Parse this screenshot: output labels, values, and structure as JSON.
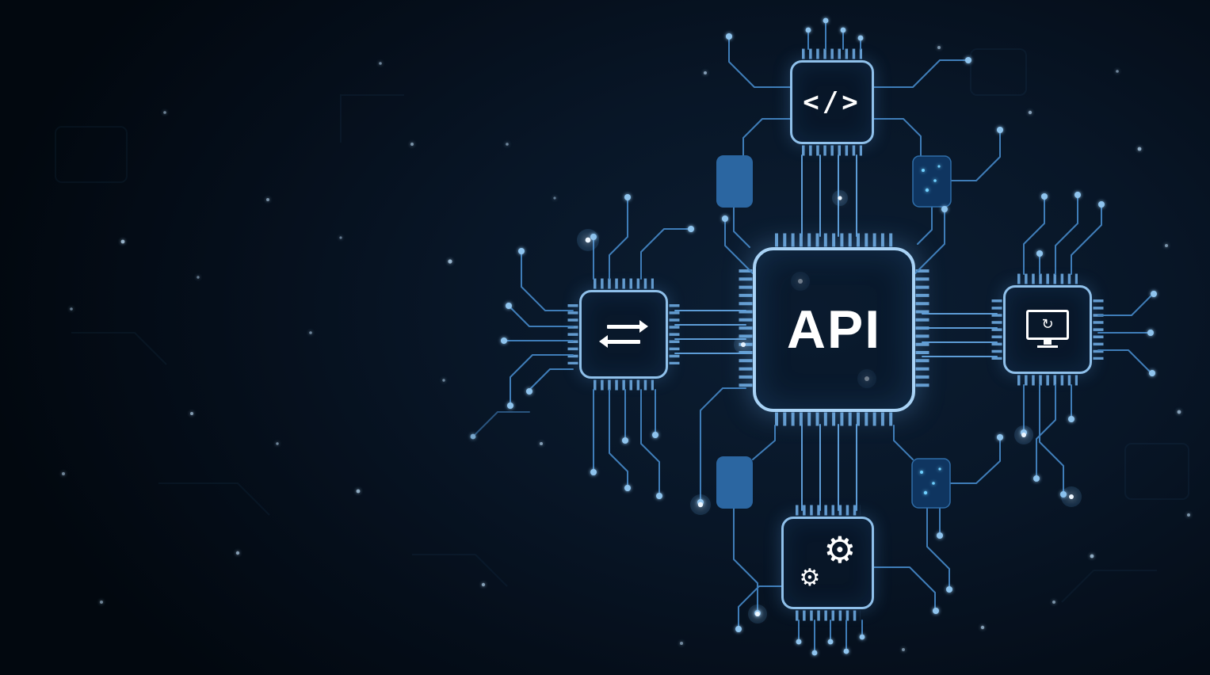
{
  "illustration": {
    "name": "API digital technology concept on circuit board",
    "center_label": "API"
  },
  "colors": {
    "background": "#050e1a",
    "trace": "#3f7db8",
    "trace_bright": "#5d9cd6",
    "chip_border": "#9ccaf2",
    "node_glow": "#8fc4ee",
    "solid_module": "#2d6aa8",
    "text": "#ffffff"
  },
  "chips": {
    "center": {
      "label": "API"
    },
    "top": {
      "icon": "code-icon",
      "glyph": "</>"
    },
    "left": {
      "icon": "exchange-arrows-icon"
    },
    "right": {
      "icon": "monitor-sync-icon",
      "glyph": "↻"
    },
    "bottom": {
      "icon": "gears-icon",
      "glyph": "⚙"
    }
  }
}
